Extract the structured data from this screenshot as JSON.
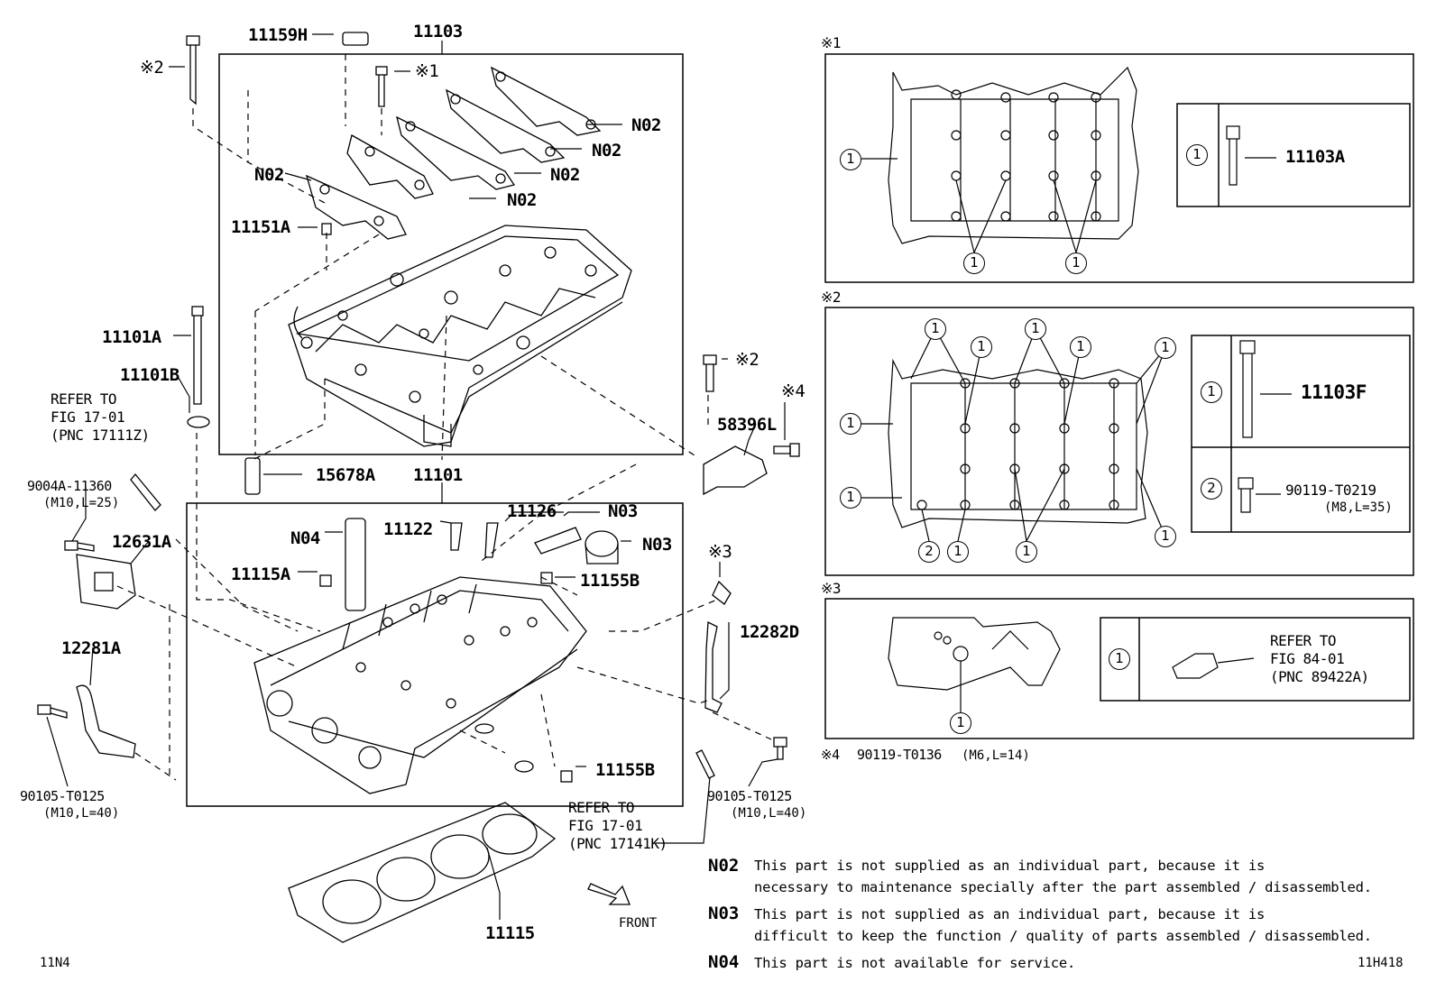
{
  "labels": {
    "p11159H": "11159H",
    "p11103": "11103",
    "ref2_top": "※2",
    "ref1_top": "※1",
    "n02_a": "N02",
    "n02_b": "N02",
    "n02_c": "N02",
    "n02_d": "N02",
    "n02_e": "N02",
    "p11151A": "11151A",
    "p11101A": "11101A",
    "p11101B": "11101B",
    "refer1_l1": "REFER TO",
    "refer1_l2": "FIG 17-01",
    "refer1_l3": "(PNC 17111Z)",
    "p9004A": "9004A-11360",
    "p9004A_spec": "(M10,L=25)",
    "p12631A": "12631A",
    "p12281A": "12281A",
    "p90105_left": "90105-T0125",
    "p90105_left_spec": "(M10,L=40)",
    "p15678A": "15678A",
    "p11101": "11101",
    "n04": "N04",
    "p11115A": "11115A",
    "p11122": "11122",
    "p11126": "11126",
    "n03_a": "N03",
    "n03_b": "N03",
    "p11155B_a": "11155B",
    "p11155B_b": "11155B",
    "ref2_mid": "※2",
    "ref4_mid": "※4",
    "p58396L": "58396L",
    "ref3_mid": "※3",
    "p12282D": "12282D",
    "p90105_right": "90105-T0125",
    "p90105_right_spec": "(M10,L=40)",
    "refer2_l1": "REFER TO",
    "refer2_l2": "FIG 17-01",
    "refer2_l3": "(PNC 17141K)",
    "p11115": "11115",
    "front": "FRONT",
    "code_left": "11N4",
    "code_right": "11H418"
  },
  "panels": {
    "panel1": {
      "tag": "※1",
      "part": "11103A",
      "circle": "1"
    },
    "panel2": {
      "tag": "※2",
      "part1": "11103F",
      "part2": "90119-T0219",
      "part2_spec": "(M8,L=35)",
      "c1": "1",
      "c2": "2"
    },
    "panel3": {
      "tag": "※3",
      "refer_l1": "REFER TO",
      "refer_l2": "FIG 84-01",
      "refer_l3": "(PNC 89422A)",
      "circle": "1"
    },
    "ref4_note_tag": "※4",
    "ref4_note_part": "90119-T0136",
    "ref4_note_spec": "(M6,L=14)"
  },
  "notes": [
    {
      "code": "N02",
      "line1": "This part is not supplied as an individual part, because it is",
      "line2": "necessary to maintenance specially after the part assembled / disassembled."
    },
    {
      "code": "N03",
      "line1": "This part is not supplied as an individual part, because it is",
      "line2": "difficult to keep the function / quality of parts assembled / disassembled."
    },
    {
      "code": "N04",
      "line1": "This part is not available for service.",
      "line2": ""
    }
  ]
}
